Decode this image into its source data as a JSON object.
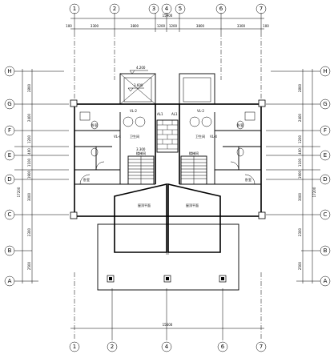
{
  "drawing": {
    "axes_top": [
      "1",
      "2",
      "3",
      "4",
      "5",
      "6",
      "7"
    ],
    "axes_bottom": [
      "1",
      "2",
      "4",
      "6",
      "7"
    ],
    "axes_side": [
      "H",
      "G",
      "F",
      "E",
      "D",
      "C",
      "B",
      "A"
    ],
    "top_dims": [
      "100",
      "3300",
      "3800",
      "1200",
      "1200",
      "3800",
      "3300",
      "100"
    ],
    "top_total": "15900",
    "bottom_total": "15600",
    "left_dims": [
      "2800",
      "2400",
      "1200",
      "400",
      "1100",
      "1900",
      "3000",
      "2300",
      "2500"
    ],
    "left_total": "17200",
    "right_dims": [
      "2800",
      "2400",
      "1200",
      "400",
      "1100",
      "1900",
      "3000",
      "2300",
      "2500"
    ],
    "right_total": "17200",
    "level_top": "4.200",
    "level_balcony": "3.600",
    "level_stair": "3.300",
    "room_labels": [
      "卧室",
      "卧室",
      "卫生间",
      "卫生间",
      "楼梯间",
      "楼梯间",
      "卧室",
      "卧室",
      "屋顶平面",
      "屋顶平面"
    ],
    "small_tags": [
      "VL-2",
      "AL1",
      "AL1",
      "VL-2",
      "VL-4",
      "VL-4"
    ]
  }
}
